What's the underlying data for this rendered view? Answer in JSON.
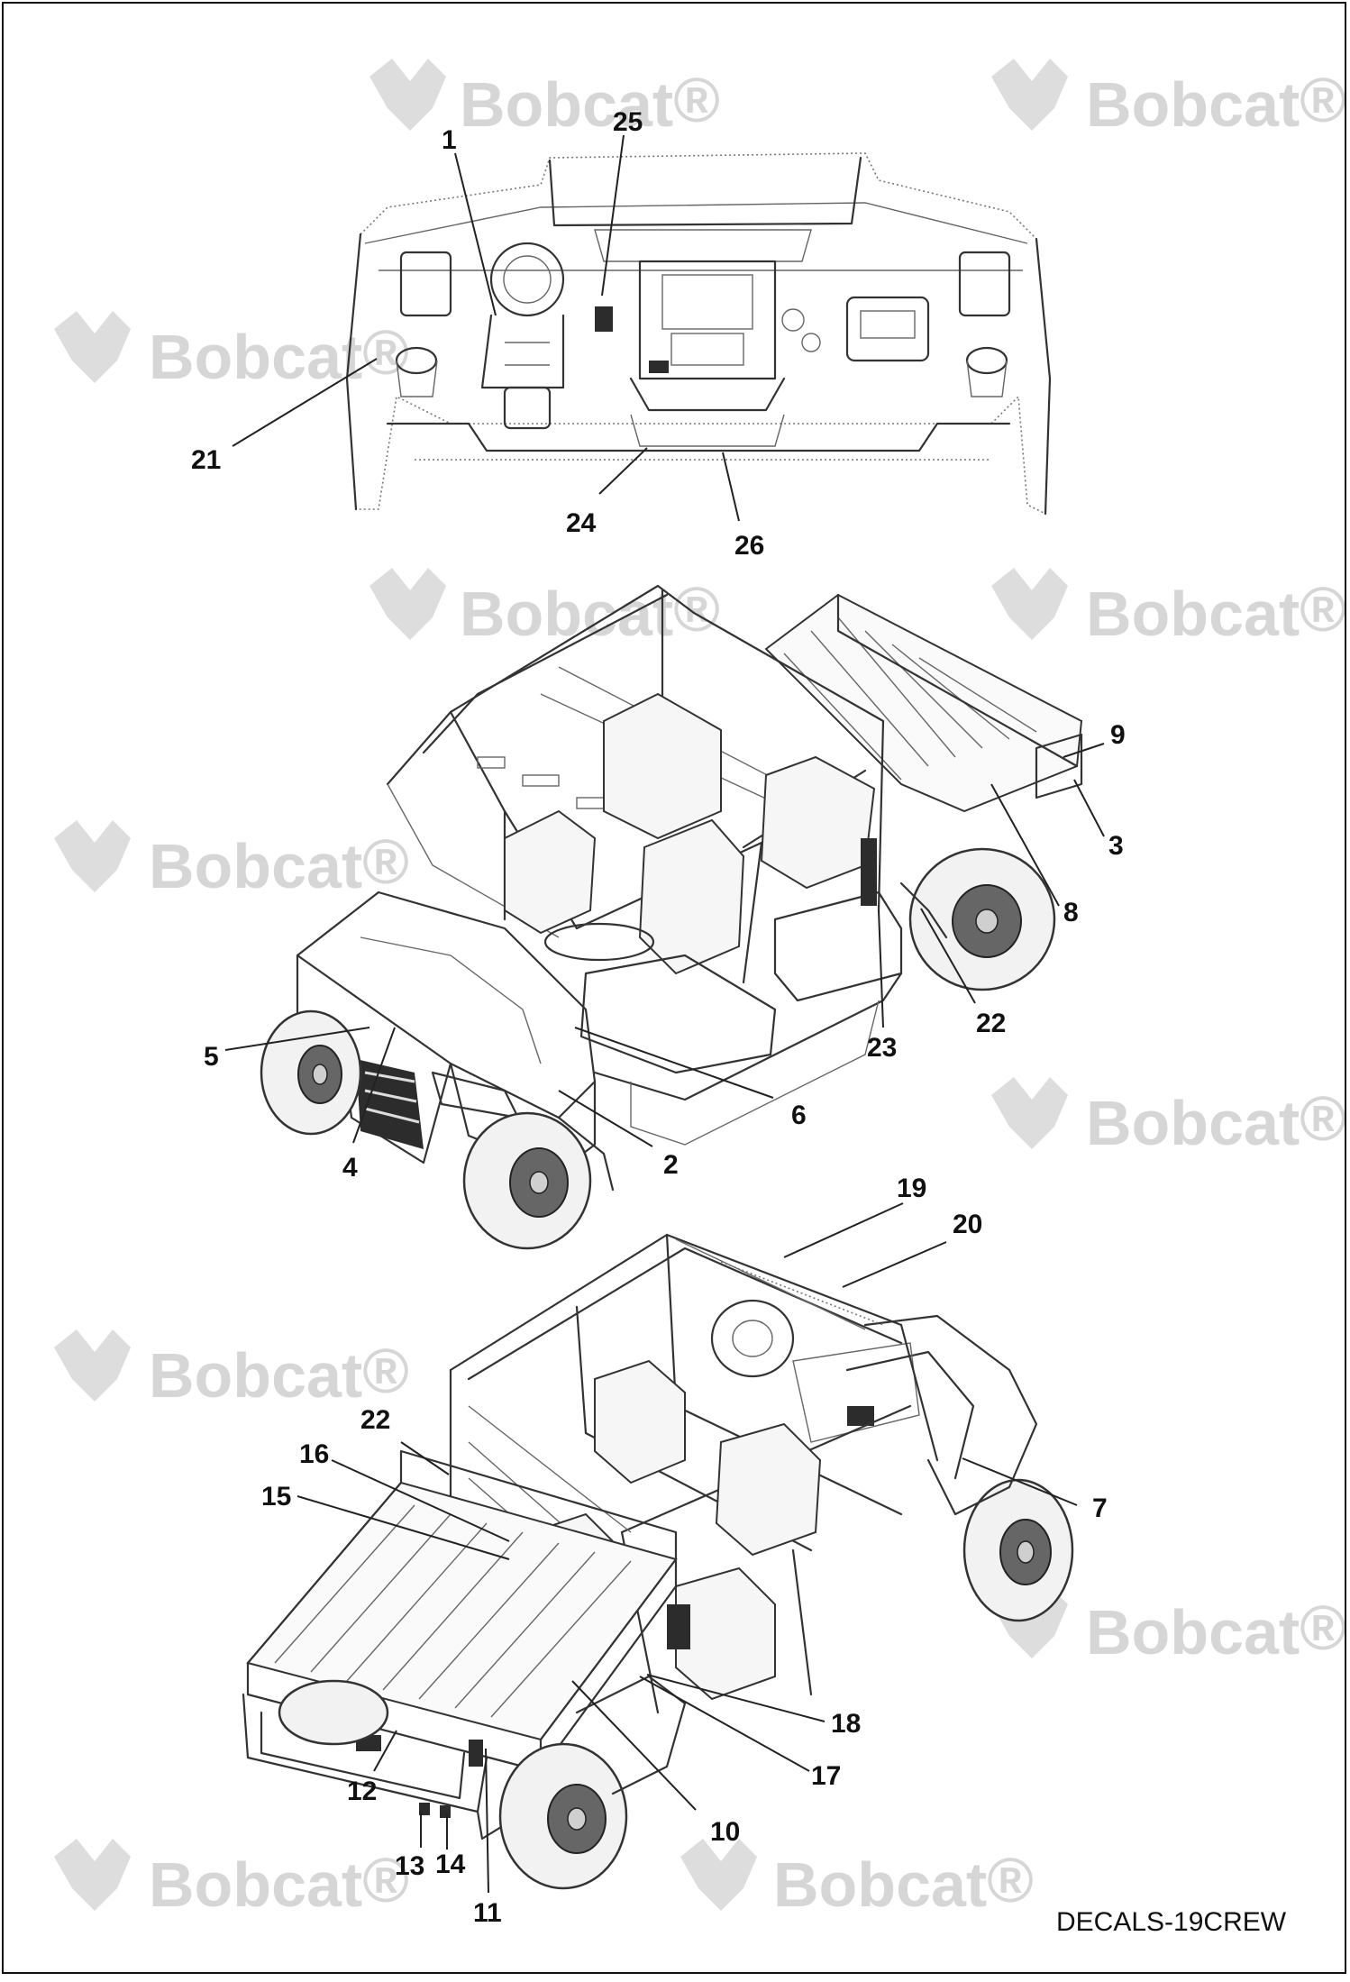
{
  "watermark": {
    "brand": "Bobcat",
    "mark": "®"
  },
  "figure_code": "DECALS-19CREW",
  "views": {
    "dashboard": {
      "callouts": [
        {
          "id": "c1",
          "label": "1"
        },
        {
          "id": "c25",
          "label": "25"
        },
        {
          "id": "c21",
          "label": "21"
        },
        {
          "id": "c24",
          "label": "24"
        },
        {
          "id": "c26",
          "label": "26"
        }
      ]
    },
    "front_view": {
      "callouts": [
        {
          "id": "c9",
          "label": "9"
        },
        {
          "id": "c3",
          "label": "3"
        },
        {
          "id": "c8",
          "label": "8"
        },
        {
          "id": "c22a",
          "label": "22"
        },
        {
          "id": "c23",
          "label": "23"
        },
        {
          "id": "c5",
          "label": "5"
        },
        {
          "id": "c6",
          "label": "6"
        },
        {
          "id": "c4",
          "label": "4"
        },
        {
          "id": "c2",
          "label": "2"
        }
      ]
    },
    "rear_view": {
      "callouts": [
        {
          "id": "c19",
          "label": "19"
        },
        {
          "id": "c20",
          "label": "20"
        },
        {
          "id": "c22b",
          "label": "22"
        },
        {
          "id": "c16",
          "label": "16"
        },
        {
          "id": "c15",
          "label": "15"
        },
        {
          "id": "c7",
          "label": "7"
        },
        {
          "id": "c18",
          "label": "18"
        },
        {
          "id": "c17",
          "label": "17"
        },
        {
          "id": "c12",
          "label": "12"
        },
        {
          "id": "c10",
          "label": "10"
        },
        {
          "id": "c13",
          "label": "13"
        },
        {
          "id": "c14",
          "label": "14"
        },
        {
          "id": "c11",
          "label": "11"
        }
      ]
    }
  }
}
